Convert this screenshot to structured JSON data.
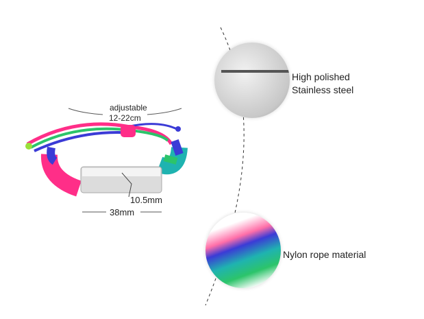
{
  "adjustable": {
    "label": "adjustable",
    "range": "12-22cm"
  },
  "dimensions": {
    "height": "10.5mm",
    "width": "38mm"
  },
  "features": [
    {
      "title_line1": "High polished",
      "title_line2": "Stainless steel"
    },
    {
      "title": "Nylon rope material"
    }
  ],
  "colors": {
    "pink": "#ff2e88",
    "blue": "#3b3bd6",
    "teal": "#1fb3b0",
    "green": "#2cc46a",
    "steel": "#d8d8d8"
  }
}
